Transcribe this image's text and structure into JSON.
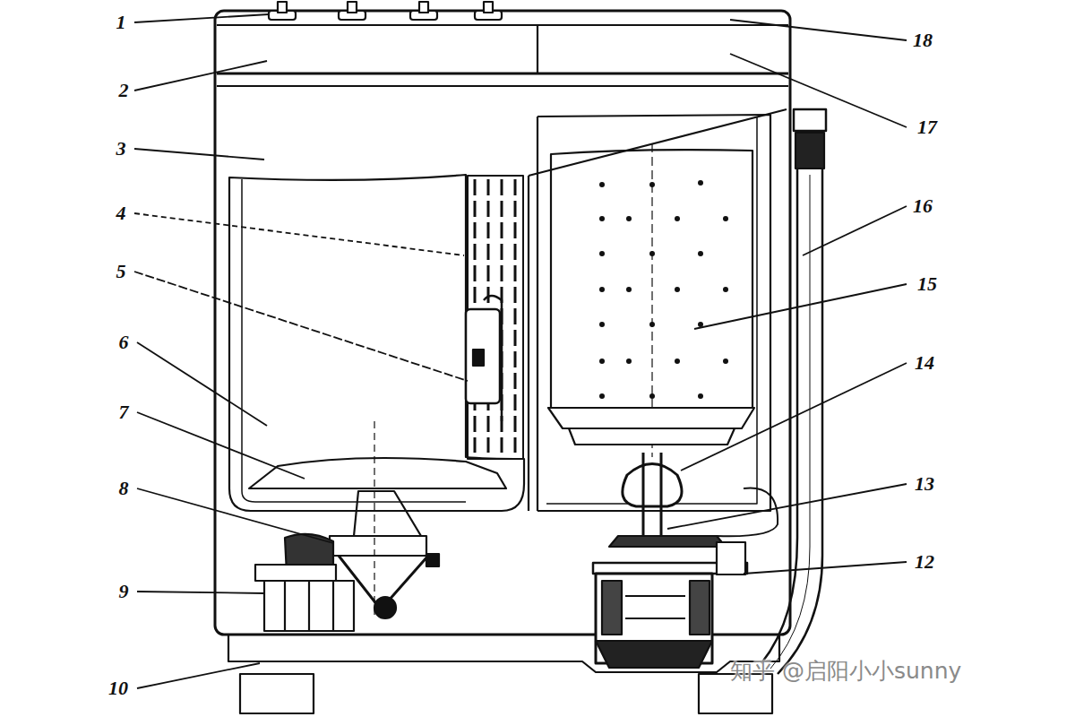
{
  "diagram": {
    "labels": [
      "1",
      "2",
      "3",
      "4",
      "5",
      "6",
      "7",
      "8",
      "9",
      "10",
      "12",
      "13",
      "14",
      "15",
      "16",
      "17",
      "18",
      "知乎 @启阳小小sunny"
    ]
  }
}
